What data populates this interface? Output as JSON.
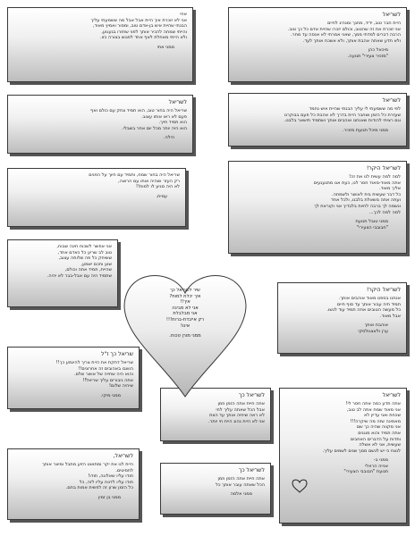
{
  "cards": [
    {
      "id": "c1",
      "title": "",
      "body": [
        "אחי",
        "אני לא זוכרת איך היית אבל אבל מה ששמעתי עליך",
        "הבנתי שהיית איש בן-אדם טוב, ומסור ואמיץ מאוד,",
        "והייתי שמחה להכיר אותך לפני שחזרו בגעגוע,",
        "ולא הייתי מאחלת לאף אחד לפגוש בצורה כזו."
      ],
      "signature": [
        "ממני אתי"
      ]
    },
    {
      "id": "c2",
      "title": "לשריאל",
      "body": [
        "היית חבר טוב, ידיד, מחנך ומנהיג לחיים",
        "אני זוכרת את זה שהטוב, וכולם יזכרו שהיית אדם כל כך טוב.",
        "הרבה דברים למדתי ממך, שאני אמרתי לא אנסה עד מחר.",
        "ולא תדע שאתה אהבת אותך, ולא אשכח אותך לעד."
      ],
      "signature": [
        "מיכאל כהן",
        "\"מזכיר צעירי\" תנועה."
      ]
    },
    {
      "id": "c3",
      "title": "לשריאל",
      "body": [
        "שריאל היה בחור טוב, הוא תמיד צחק עם כולם ואף",
        "פעם לא ראו אותו עצוב.",
        "הוא תמיד חייך.",
        "הוא היה יותר מכל יום אחר בשבלי."
      ],
      "signature": [
        "הילה."
      ]
    },
    {
      "id": "c4",
      "title": "לשריאל",
      "body": [
        "לפי מה ששמעתי לי עליך הבנתי שהיית איש נחמד",
        "שעזרת כל הזמן ושחבר היית בדרך לא אהבת כל פעם בבוקרנו",
        "וגם רציתי להודות שאנחנו אוהבים אותך ושתמיד תישאר בלבנו."
      ],
      "signature": [
        "ממני מיכל תנועת מזכיר."
      ]
    },
    {
      "id": "c5",
      "title": "",
      "body": [
        "שריאל היה בחור שמח, ותמיד עם חיוך על הפנים",
        "רק העזר ושהיה אותו עם הרוצה,",
        "לא היה מגיע לו למות!!"
      ],
      "signature": [
        "עמית."
      ]
    },
    {
      "id": "c6",
      "title": "לשריאל היקר!",
      "body": [
        "למה למה עשית לנו את זה!",
        "אתה מאוד-מאוד חסר לנו, כעת אנו מתגעגעים",
        "אליך מאוד.",
        "כל דבר שעשית בית לאושר ולשמחה.",
        "ועתה אתה משאלת בלבנו, ולכל אחד",
        "ונשמה לך ברבה לחיות בלבדיך אני וקוראת לך",
        "למה למה לכך..."
      ],
      "signature": [
        "ממני טובל תנועת",
        "\"חבובבי הצעירי\""
      ]
    },
    {
      "id": "c7",
      "title": "",
      "body": [
        "אני אפשר לשכוח חינה שבוח,",
        "טוב לב שריע כל כאדם אחד,",
        "ששיחק כל פה שלותה עצוב,",
        "שוע וחכם ישמע,",
        "שהיית, תמיד אתה וכולם,",
        "שתמיד היה עם אבל-בבר לא יהיה."
      ],
      "signature": []
    },
    {
      "id": "c8",
      "title": "לשריאל היקר!",
      "body": [
        "אנחנו בספט מאוד אוהבים אותך.",
        "תמיד תיה עבור אותך עד סוף חיים",
        "כל מעשה הטובים אתה תמיד עוד לגשו.",
        "אבל מאוד."
      ],
      "signature": [
        "אוהבת אותך",
        "ערן ולאצגולסקי"
      ]
    },
    {
      "id": "c9",
      "title": "שריאל כך ז\"ל",
      "body": [
        "שריאל דחקת את היית צריך להיגמע כך!!",
        "הושבו באהובים זה אחרונים!!",
        "והוא היה שחייה של אושר שלם.",
        "אתה גיבורים עליך שריאל!!",
        "שיהיה שלום!"
      ],
      "signature": [
        "ממני מיקי."
      ]
    },
    {
      "id": "c10",
      "title": "לשריאל כך",
      "body": [
        "אתה חיית אתה הזמן וזמן",
        "אבל הכל שאתה עליך לחי",
        "לא ראה שיחיה אותך עד הצת",
        "אני לא היית נהוג היית חי יותר."
      ],
      "signature": []
    },
    {
      "id": "c11",
      "title": "לשריאל",
      "body": [
        "אתה תדע כמה אתה חסר לי!",
        "אני מאוד שמח אתה לב טוב,",
        "שכחת ואני עדיין לא",
        "מאמינה שזה מה שיקרה!!!",
        "אני מקווה שהיה כך שם",
        "אתה תמיד והוא מוגנים",
        "ותדות על הדברים האחבים",
        "שעשית, אני לא אשלה",
        "לנצח כי יש לגשם ממך שנים לשמים עליך."
      ],
      "signature": [
        "ממני ב-",
        "אנייה הראלי",
        "תנועת \"חבובבי הצעירי\""
      ]
    },
    {
      "id": "c12",
      "title": "לשריאל,",
      "body": [
        "היית לנו את יקר ומתאוט הזיע מתבל ומיצר אותך",
        "לחסיטים.",
        "תודו עליו שאלונה, תודו!",
        "תודו עליו לדווח עליו לזה, כל",
        "כל הזמן שרון זה לפשית אמות בחם."
      ],
      "signature": [
        "ממני בן זמין"
      ]
    },
    {
      "id": "c13",
      "title": "לשריאל כך",
      "body": [
        "אתה חיית אתה הזמן וזמן",
        "הכל שאתה עובר אותך כל"
      ],
      "signature": [
        "ממני אלמה"
      ]
    }
  ],
  "heart": {
    "lines": [
      "שיר לשריאל כך",
      "איך יכלת למות?",
      "איך!!",
      "אני לא מבינה",
      "אני מבלבלת",
      "רק אייבדת-ברוח!!!",
      "אינו!"
    ],
    "signature": "ממני מורן טכוח."
  },
  "mini_heart_icon": "heart-icon",
  "colors": {
    "card_border": "#3a3a3a",
    "card_shadow": "#555555",
    "heart_fill_bottom": "#bdbdbd"
  }
}
